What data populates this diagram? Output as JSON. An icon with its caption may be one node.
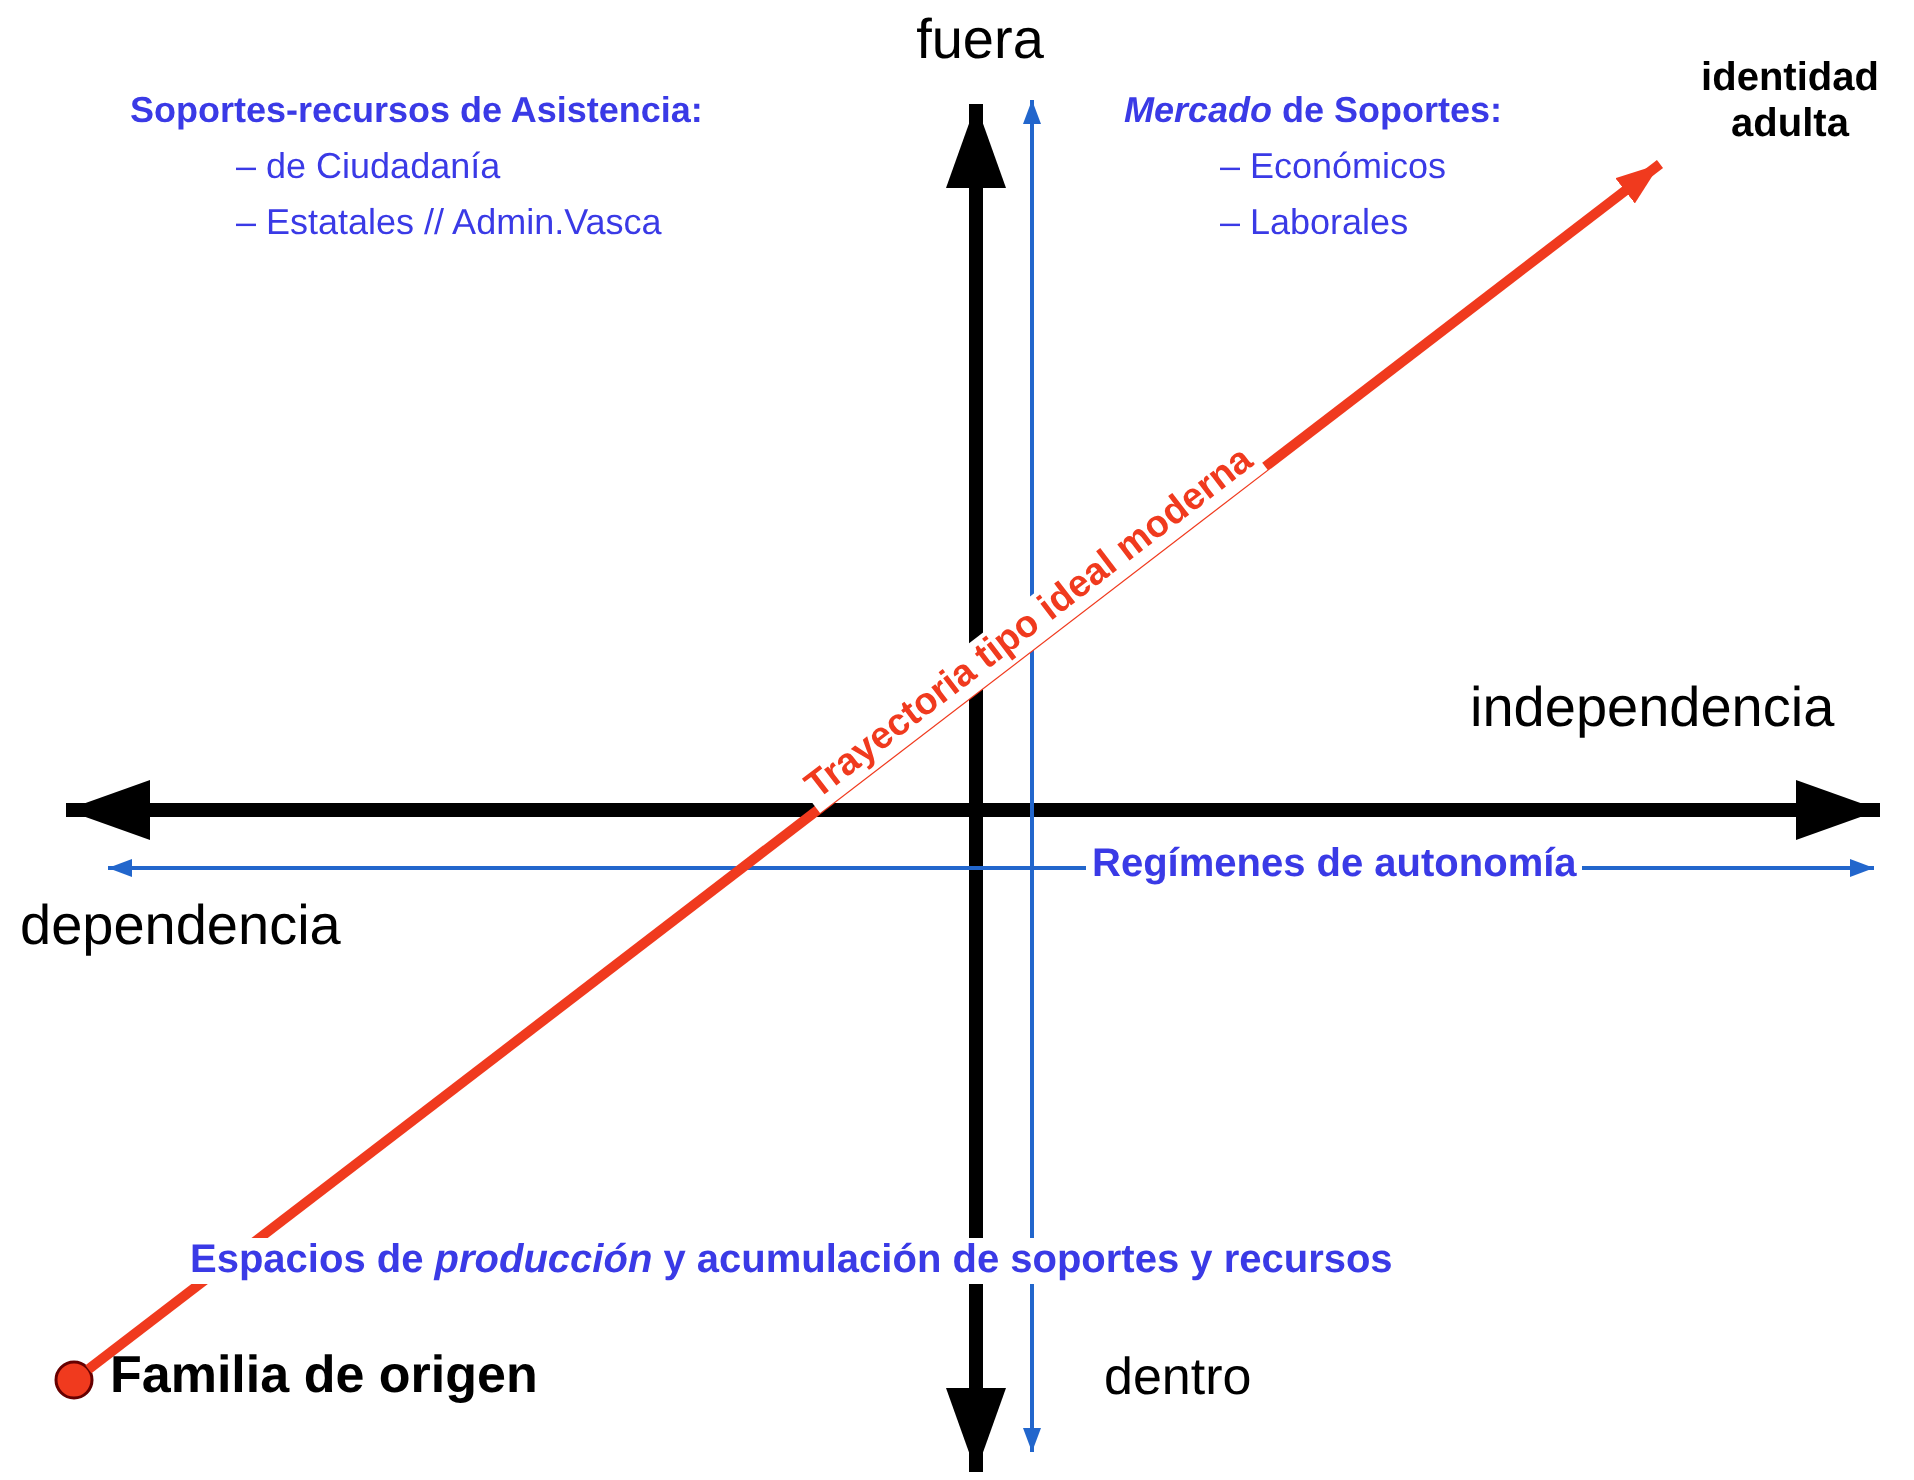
{
  "diagram": {
    "nodes": [
      {
        "text": [],
        "shape": "circle",
        "beside": [
          "Familia de origen"
        ]
      },
      {
        "text": [
          "identidad adulta"
        ]
      }
    ],
    "edges": [
      {
        "from": 0,
        "to": 1,
        "arrow": "to",
        "label": "Trayectoria tipo ideal moderna",
        "color": "#f03a1e"
      }
    ],
    "labels": [
      "fuera",
      "Soportes-recursos de Asistencia:",
      "– de Ciudadanía",
      "– Estatales // Admin.Vasca",
      "*Mercado* de Soportes:",
      "– Económicos",
      "– Laborales",
      "independencia",
      "Regímenes de autonomía",
      "dependencia",
      "Espacios de *producción* y acumulación de soportes y recursos",
      "dentro"
    ]
  }
}
